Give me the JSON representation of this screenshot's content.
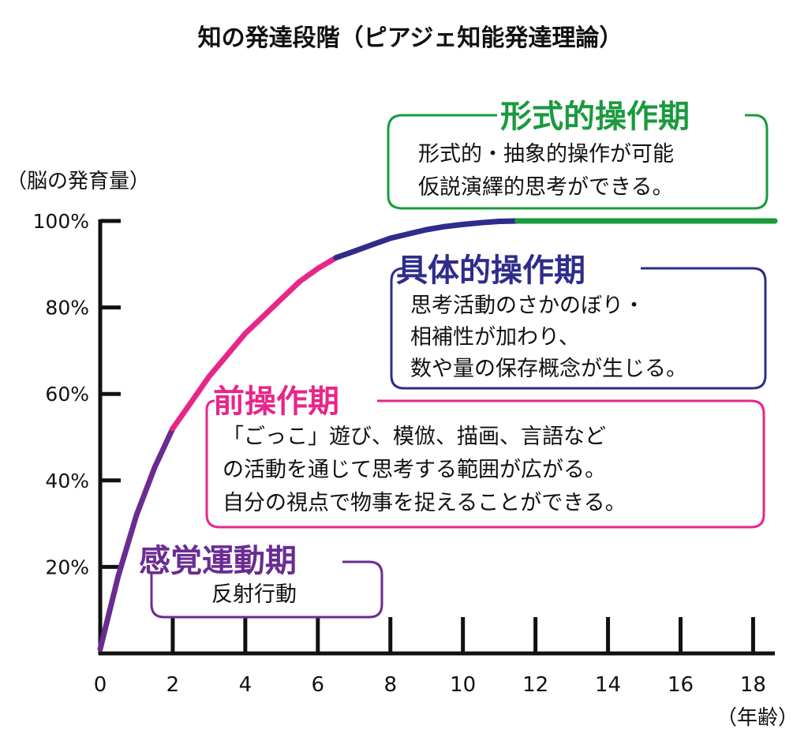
{
  "chart_data": {
    "type": "line",
    "title": "知の発達段階（ピアジェ知能発達理論）",
    "ylabel": "（脳の発育量）",
    "xlabel": "（年齢）",
    "xlim": [
      0,
      18.6
    ],
    "ylim": [
      0,
      100
    ],
    "x_ticks": [
      0,
      2,
      4,
      6,
      8,
      10,
      12,
      14,
      16,
      18
    ],
    "y_ticks": [
      20,
      40,
      60,
      80,
      100
    ],
    "y_tick_labels": [
      "20%",
      "40%",
      "60%",
      "80%",
      "100%"
    ],
    "x_tick_labels": [
      "0",
      "2",
      "4",
      "6",
      "8",
      "10",
      "12",
      "14",
      "16",
      "18"
    ],
    "grid": false,
    "series": [
      {
        "name": "",
        "x": [
          0,
          0.5,
          1,
          1.5,
          2,
          2.5,
          3,
          3.5,
          4,
          4.5,
          5,
          5.5,
          6,
          6.5,
          7,
          7.5,
          8,
          8.5,
          9,
          9.5,
          10,
          10.5,
          11,
          11.5,
          12,
          13,
          14,
          15,
          16,
          17,
          18,
          18.6
        ],
        "values": [
          1,
          18,
          32,
          43,
          52,
          58,
          64,
          69,
          74,
          78,
          82,
          86,
          89,
          91.5,
          93,
          94.5,
          96,
          97,
          98,
          98.7,
          99.2,
          99.6,
          99.9,
          100,
          100,
          100,
          100,
          100,
          100,
          100,
          100,
          100
        ]
      }
    ],
    "stages": [
      {
        "id": "sensorimotor",
        "name": "感覚運動期",
        "description": [
          "反射行動"
        ],
        "age_range": [
          0,
          2
        ],
        "color": "#6a2c91"
      },
      {
        "id": "preoperational",
        "name": "前操作期",
        "description": [
          "「ごっこ」遊び、模倣、描画、言語など",
          "の活動を通じて思考する範囲が広がる。",
          "自分の視点で物事を捉えることができる。"
        ],
        "age_range": [
          2,
          6.5
        ],
        "color": "#e8268a"
      },
      {
        "id": "concrete",
        "name": "具体的操作期",
        "description": [
          "思考活動のさかのぼり・",
          "相補性が加わり、",
          "数や量の保存概念が生じる。"
        ],
        "age_range": [
          6.5,
          11.5
        ],
        "color": "#2e2d8a"
      },
      {
        "id": "formal",
        "name": "形式的操作期",
        "description": [
          "形式的・抽象的操作が可能",
          "仮説演繹的思考ができる。"
        ],
        "age_range": [
          11.5,
          18.6
        ],
        "color": "#1a9a3e"
      }
    ]
  }
}
